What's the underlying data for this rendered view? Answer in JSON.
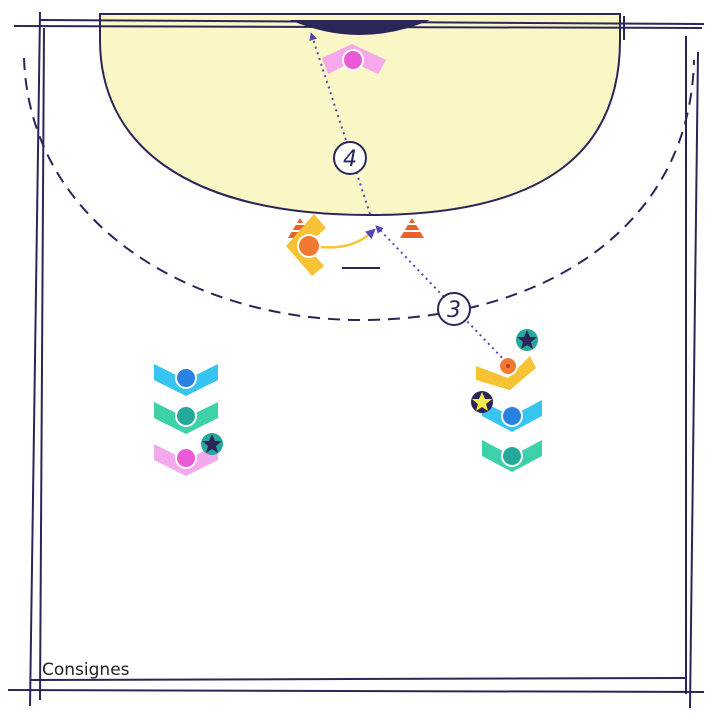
{
  "caption": "Consignes",
  "step_labels": [
    "4",
    "3"
  ],
  "colors": {
    "line": "#2a2657",
    "zone": "#fbf6c6",
    "pink": "#e85ad6",
    "pink_light": "#f5a8ec",
    "blue": "#2a82e0",
    "blue_light": "#37c4f0",
    "teal": "#24a89a",
    "teal_light": "#3ed0a8",
    "orange": "#f07a32",
    "yellow": "#f7c233",
    "arrow": "#5546b8",
    "cone": "#e8602c",
    "star_dark": "#2a2657",
    "star_yellow": "#f4e84a"
  },
  "players": [
    {
      "id": "goalkeeper",
      "color": "pink",
      "facing": "up"
    },
    {
      "id": "defender",
      "color": "orange",
      "facing": "side"
    },
    {
      "id": "left-1",
      "color": "blue",
      "facing": "down"
    },
    {
      "id": "left-2",
      "color": "teal",
      "facing": "down"
    },
    {
      "id": "left-3",
      "color": "pink",
      "facing": "down",
      "star": "dark"
    },
    {
      "id": "right-1",
      "color": "orange",
      "facing": "down",
      "star": "dark",
      "ball": true
    },
    {
      "id": "right-2",
      "color": "blue",
      "facing": "down",
      "star": "yellow"
    },
    {
      "id": "right-3",
      "color": "teal",
      "facing": "down"
    }
  ],
  "icons": [
    "cone-icon",
    "star-icon",
    "ball-icon"
  ]
}
